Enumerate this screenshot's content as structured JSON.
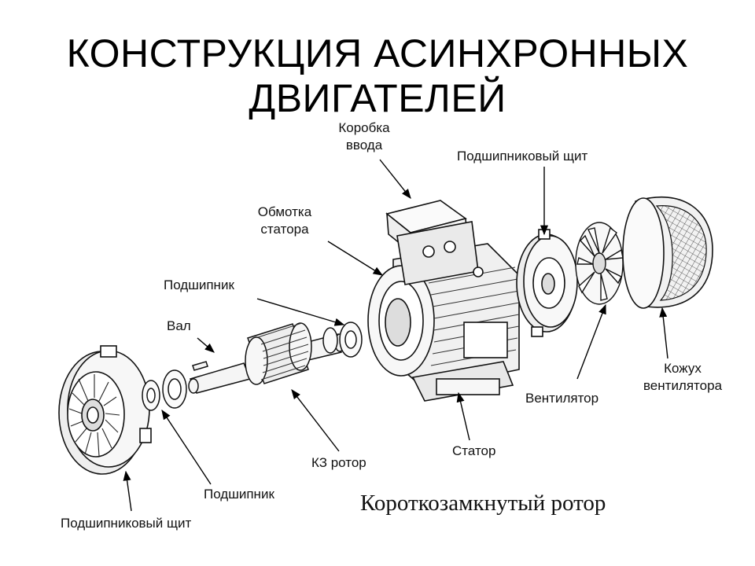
{
  "title": {
    "line1": "КОНСТРУКЦИЯ АСИНХРОННЫХ",
    "line2": "ДВИГАТЕЛЕЙ"
  },
  "labels": {
    "terminal_box_1": "Коробка",
    "terminal_box_2": "ввода",
    "bearing_shield_right": "Подшипниковый щит",
    "stator_winding_1": "Обмотка",
    "stator_winding_2": "статора",
    "bearing_upper": "Подшипник",
    "shaft": "Вал",
    "fan_cover_1": "Кожух",
    "fan_cover_2": "вентилятора",
    "fan": "Вентилятор",
    "stator": "Статор",
    "rotor": "КЗ ротор",
    "bearing_lower": "Подшипник",
    "bearing_shield_left": "Подшипниковый щит"
  },
  "caption": "Короткозамкнутый ротор"
}
